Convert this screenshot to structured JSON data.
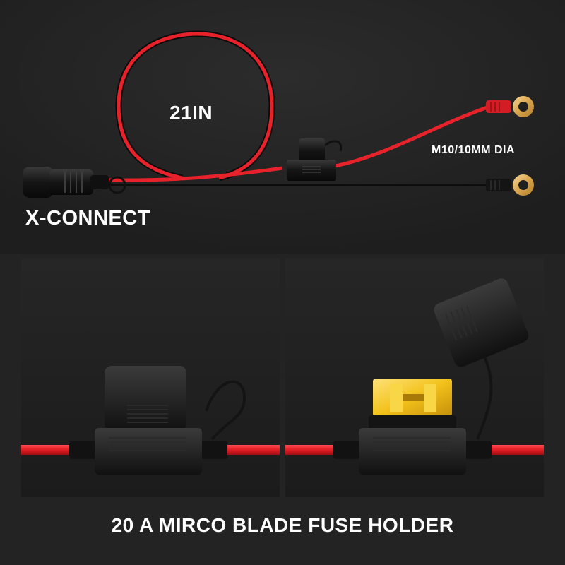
{
  "labels": {
    "cable_length": "21IN",
    "ring_terminal": "M10/10MM DIA",
    "connector": "X-CONNECT",
    "fuse_holder": "20 A MIRCO BLADE FUSE HOLDER"
  },
  "colors": {
    "background": "#232323",
    "wire_red": "#e8222a",
    "wire_black": "#0f0f0f",
    "ring_terminal_gold": "#e2b25a",
    "fuse_yellow": "#f2c21b",
    "text": "#ffffff"
  }
}
